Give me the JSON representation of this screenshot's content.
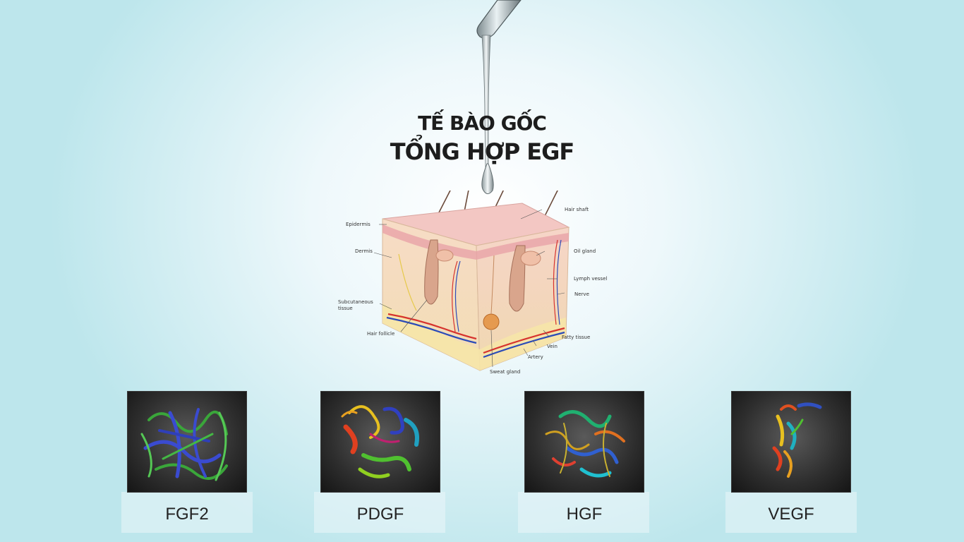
{
  "title": {
    "line1": "TẾ BÀO GỐC",
    "line2": "TỔNG HỢP EGF"
  },
  "skin_diagram": {
    "labels": {
      "epidermis": "Epidermis",
      "dermis": "Dermis",
      "subcutaneous_tissue": "Subcutaneous tissue",
      "hair_follicle": "Hair follicle",
      "hair_shaft": "Hair shaft",
      "oil_gland": "Oil gland",
      "lymph_vessel": "Lymph vessel",
      "nerve": "Nerve",
      "fatty_tissue": "Fatty tissue",
      "vein": "Vein",
      "artery": "Artery",
      "sweat_gland": "Sweat gland"
    }
  },
  "growth_factors": [
    {
      "name": "FGF2"
    },
    {
      "name": "PDGF"
    },
    {
      "name": "HGF"
    },
    {
      "name": "VEGF"
    }
  ],
  "colors": {
    "background_center": "#ffffff",
    "background_edge": "#bde6ec",
    "title": "#1d1d1d",
    "caption": "#222222"
  }
}
